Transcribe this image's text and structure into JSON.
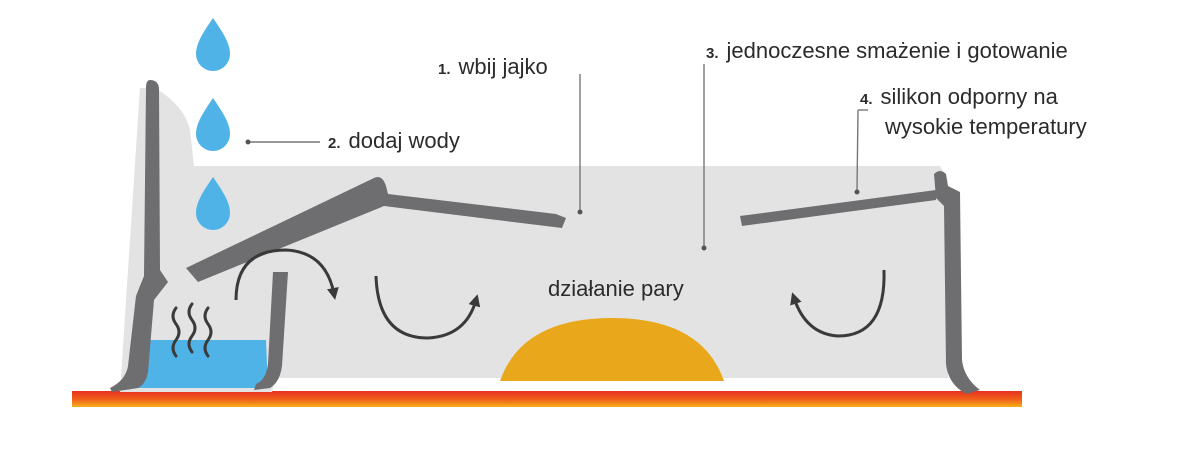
{
  "labels": {
    "step1": {
      "num": "1.",
      "text": "wbij jajko"
    },
    "step2": {
      "num": "2.",
      "text": "dodaj wody"
    },
    "step3": {
      "num": "3.",
      "text": "jednoczesne smażenie i gotowanie"
    },
    "step4": {
      "num": "4.",
      "line1": "silikon odporny na",
      "line2": "wysokie temperatury"
    },
    "center": "działanie pary"
  },
  "colors": {
    "body_fill": "#e3e3e3",
    "wall": "#6e6e70",
    "water": "#4fb3e8",
    "drop": "#4fb3e8",
    "egg": "#e9a71b",
    "heat_top": "#e8301e",
    "heat_bottom": "#f7b21a",
    "leader": "#777777",
    "arrow": "#3a3a3a"
  },
  "icons": {
    "drops": "water-drop-icon",
    "steam": "steam-wave-icon",
    "arrows": "circular-arrow-icon"
  }
}
